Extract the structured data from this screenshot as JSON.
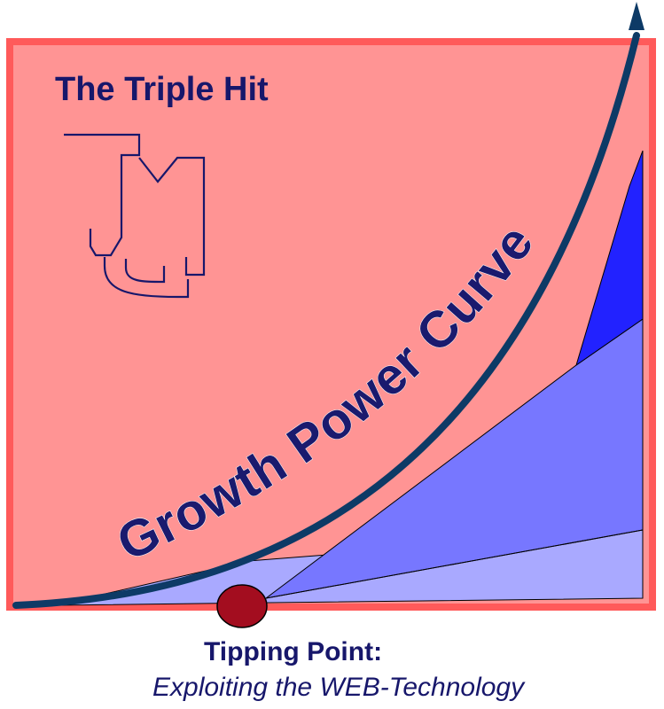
{
  "diagram": {
    "title": "The Triple Hit",
    "curve_label": "Growth Power Curve",
    "caption": {
      "title": "Tipping Point:",
      "subtitle": "Exploiting the WEB-Technology"
    }
  },
  "colors": {
    "frame_border": "#ff5a5a",
    "frame_fill": "#ff9494",
    "curve": "#0d3a66",
    "text": "#17176b",
    "wedge_dark": "#2222ff",
    "wedge_mid": "#7777ff",
    "wedge_light": "#a9a9ff",
    "tipping_point": "#a30d1f"
  },
  "icons": {
    "logo": "jmg-monogram-logo",
    "arrow": "arrow-up-icon",
    "point": "tipping-point-marker"
  }
}
